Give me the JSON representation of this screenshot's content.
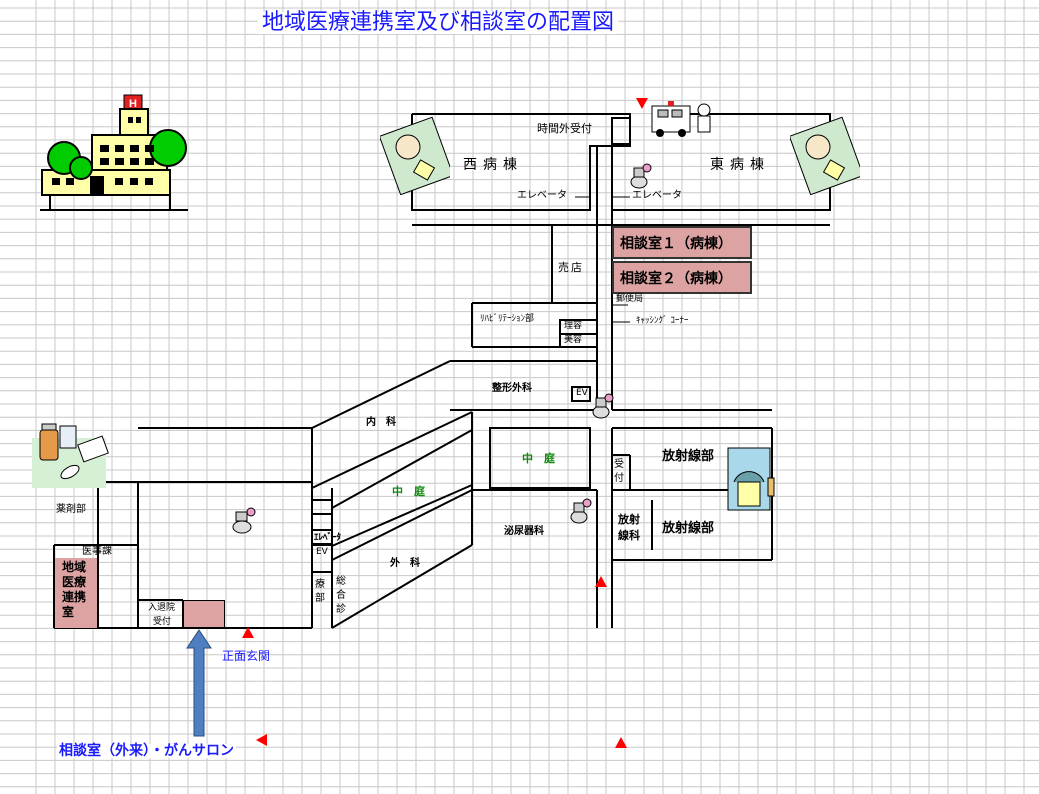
{
  "title": "地域医療連携室及び相談室の配置図",
  "footer_label": "相談室（外来）・がんサロン",
  "entrance": "正面玄関",
  "wards": {
    "west": "西病棟",
    "east": "東病棟",
    "after_hours": "時間外受付",
    "elevator_w": "エレベータ",
    "elevator_e": "エレベータ"
  },
  "rooms": {
    "consult1": "相談室１（病棟）",
    "consult2": "相談室２（病棟）",
    "shop": "売店",
    "post": "郵便局",
    "cashing": "ｷｬｯｼﾝｸﾞ ｺｰﾅｰ",
    "rehab": "ﾘﾊﾋﾞﾘﾃｰｼｮﾝ部",
    "barber1": "理容",
    "barber2": "美容",
    "ortho": "整形外科",
    "ev_small": "EV",
    "internal": "内　科",
    "courtyard1": "中　庭",
    "courtyard2": "中　庭",
    "radiology": "放射線部",
    "reception": "受付",
    "radiology2": "放射線部",
    "rad_dept": "放射線科",
    "urology": "泌尿器科",
    "surgery": "外　科",
    "elev_label": "ｴﾚﾍﾞｰﾀ",
    "ev_label": "EV",
    "treatment": "療部",
    "general": "総合診",
    "pharmacy": "薬剤部",
    "medical_affairs": "医事課",
    "regional": "地域医療連携室",
    "admission": "入退院",
    "admission2": "受付"
  },
  "colors": {
    "title": "#1a1aff",
    "pink": "#dda3a3",
    "arrow": "#4f7fc0",
    "marker": "#ff0000",
    "grid": "#c8c8c8"
  }
}
